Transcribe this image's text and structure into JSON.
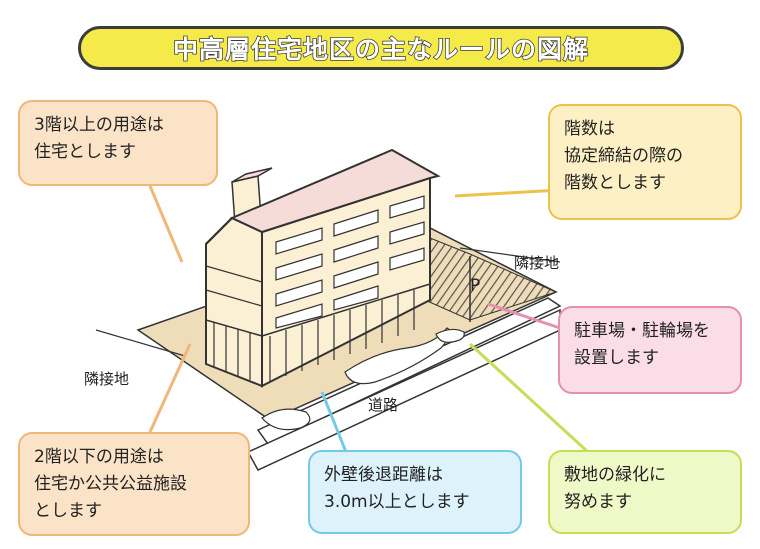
{
  "title": "中高層住宅地区の主なルールの図解",
  "callouts": {
    "upper_use": {
      "lines": [
        "3階以上の用途は",
        "住宅とします"
      ]
    },
    "floors": {
      "lines": [
        "階数は",
        "協定締結の際の",
        "階数とします"
      ]
    },
    "parking": {
      "lines": [
        "駐車場・駐輪場を",
        "設置します"
      ]
    },
    "lower_use": {
      "lines": [
        "2階以下の用途は",
        "住宅か公共公益施設",
        "とします"
      ]
    },
    "setback": {
      "lines": [
        "外壁後退距離は",
        "3.0m以上とします"
      ]
    },
    "greening": {
      "lines": [
        "敷地の緑化に",
        "努めます"
      ]
    }
  },
  "labels": {
    "road": "道路",
    "neighbor_left": "隣接地",
    "neighbor_right": "隣接地",
    "parking_mark": "P"
  },
  "colors": {
    "title_fill": "#f4ea4a",
    "orange_callout": "#fbe3c7",
    "yellow_callout": "#fdf0c4",
    "pink_callout": "#fbdde7",
    "blue_callout": "#ddf2fb",
    "green_callout": "#eff8c7",
    "ground": "#efdcb8",
    "roof": "#f6dcd8",
    "facade": "#fbf0d4"
  }
}
